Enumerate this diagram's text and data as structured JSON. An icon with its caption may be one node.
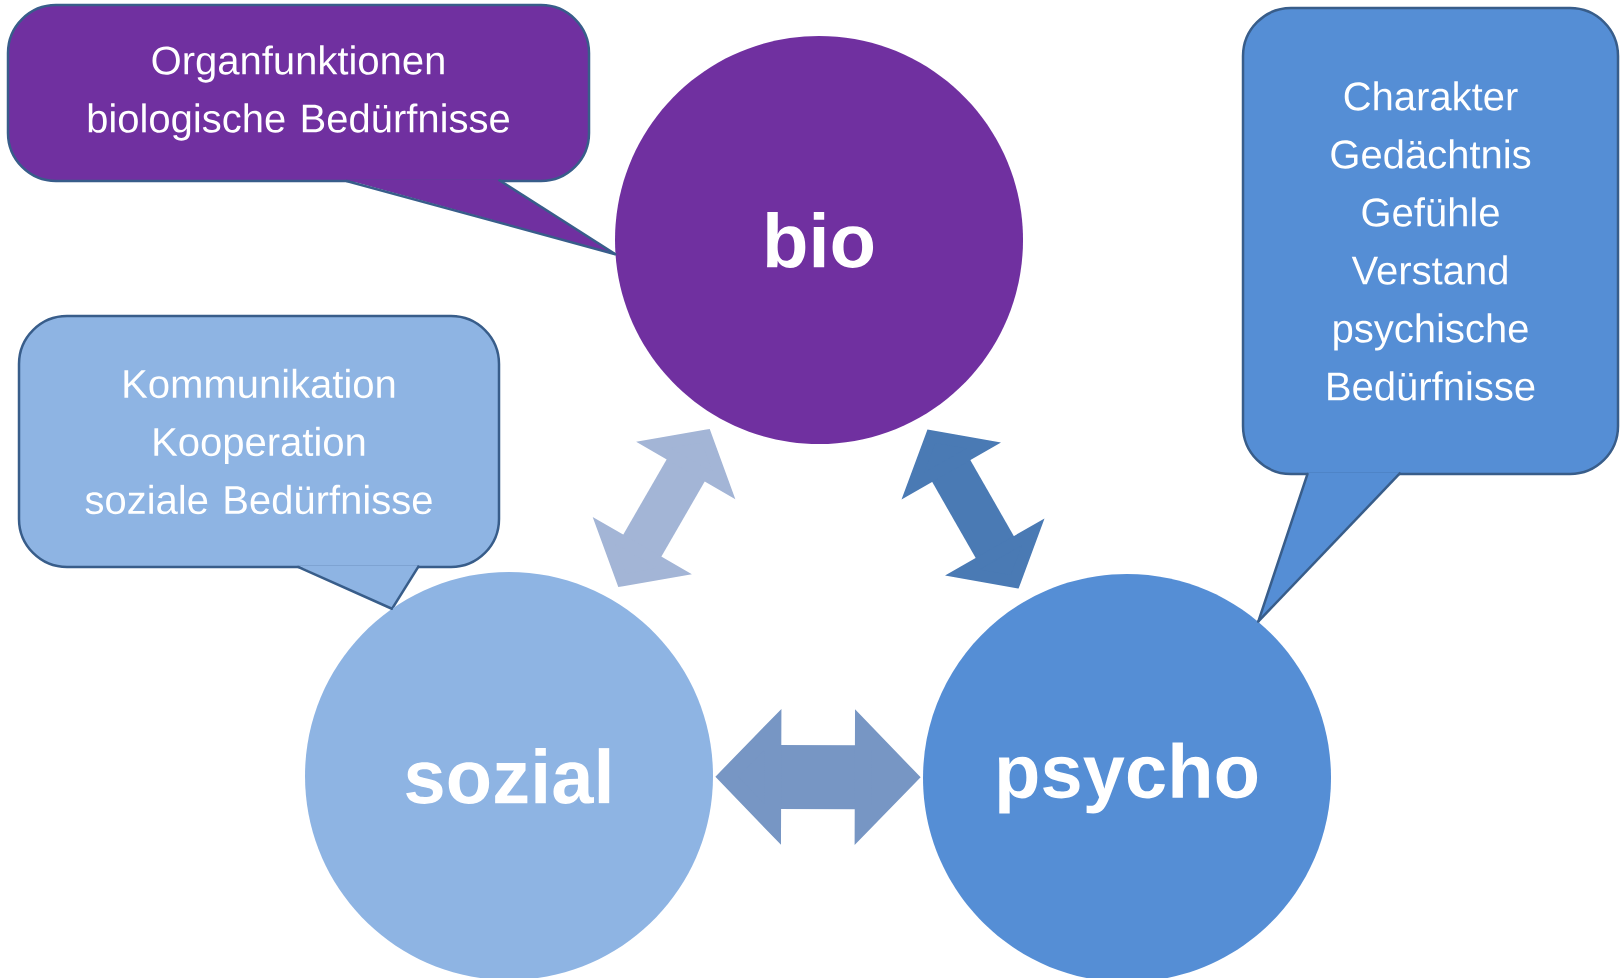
{
  "diagram": {
    "nodes": [
      {
        "text": [
          "Organfunktionen",
          "biologische Bedürfnisse"
        ]
      },
      {
        "text": [
          "bio"
        ]
      },
      {
        "text": [
          "Kommunikation",
          "Kooperation",
          "soziale Bedürfnisse"
        ]
      },
      {
        "text": [
          "Charakter",
          "Gedächtnis",
          "Gefühle",
          "Verstand",
          "psychische Bedürfnisse"
        ]
      },
      {
        "text": [
          "sozial"
        ]
      },
      {
        "text": [
          "psycho"
        ]
      }
    ],
    "edges": [
      {
        "from": 0,
        "to": 1,
        "arrow": "none"
      },
      {
        "from": 2,
        "to": 4,
        "arrow": "none"
      },
      {
        "from": 3,
        "to": 5,
        "arrow": "none"
      },
      {
        "from": 4,
        "to": 1,
        "arrow": "both",
        "style": "thick",
        "color": "#a3b5d6"
      },
      {
        "from": 1,
        "to": 5,
        "arrow": "both",
        "style": "thick",
        "color": "#4a7ab4"
      },
      {
        "from": 4,
        "to": 5,
        "arrow": "both",
        "style": "thick",
        "color": "#7796c4"
      }
    ]
  }
}
